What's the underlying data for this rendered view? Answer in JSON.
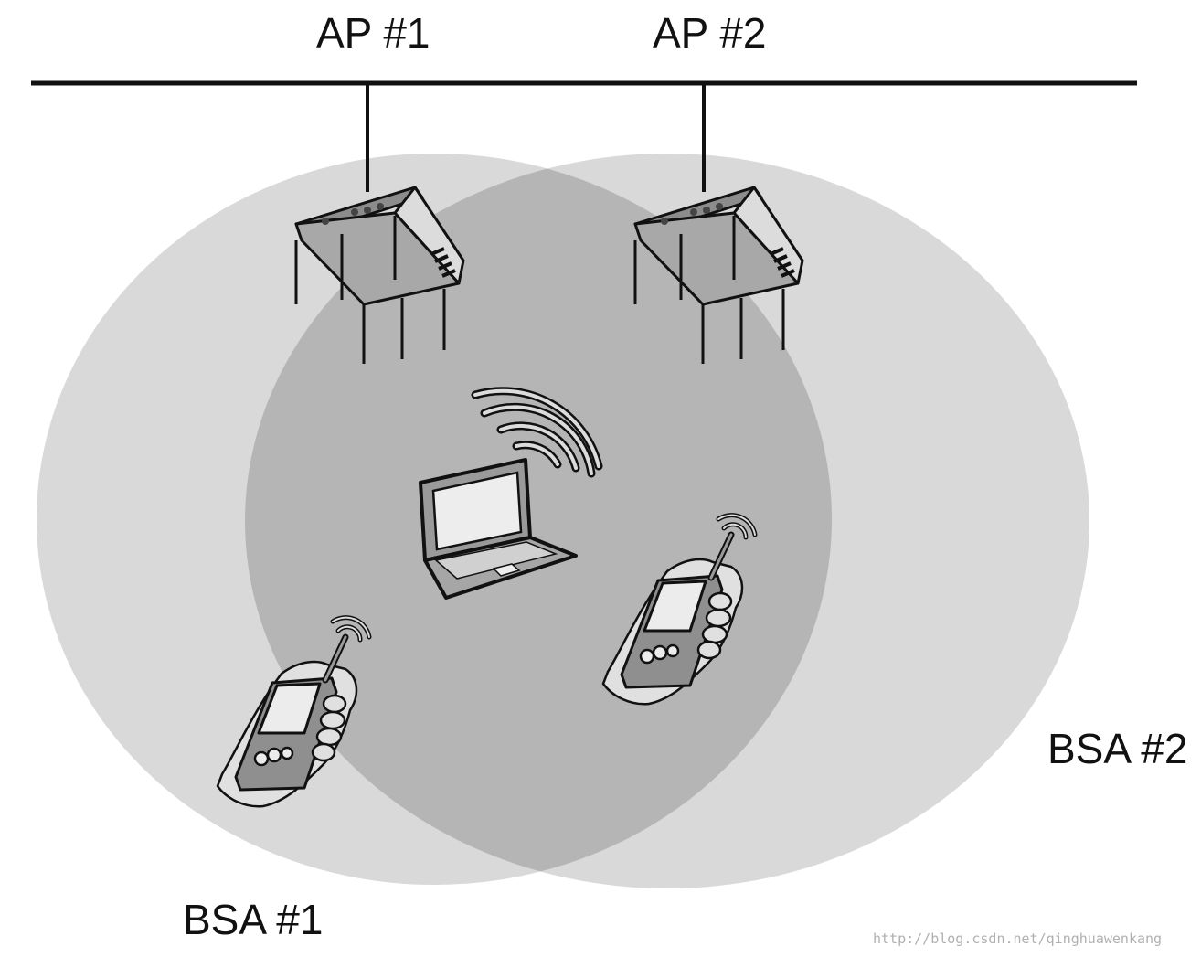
{
  "labels": {
    "ap1": "AP #1",
    "ap2": "AP #2",
    "bsa1": "BSA #1",
    "bsa2": "BSA #2"
  },
  "watermark": "http://blog.csdn.net/qinghuawenkang",
  "colors": {
    "bsa_fill": "#d9d9d9",
    "overlap_fill": "#b5b5b5",
    "line": "#111111",
    "device_fill": "#9a9a9a"
  },
  "icons": [
    "access-point-icon",
    "laptop-icon",
    "handheld-device-icon",
    "signal-waves-icon"
  ]
}
